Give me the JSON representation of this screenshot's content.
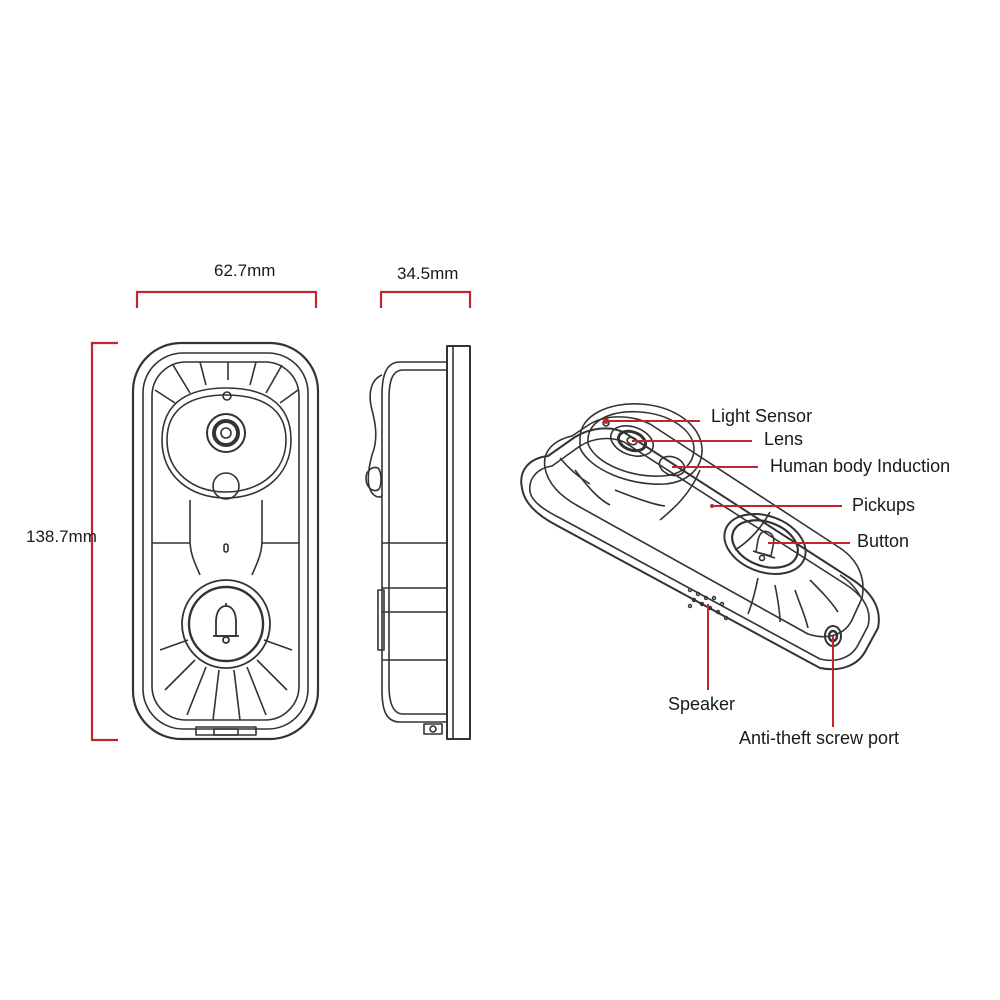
{
  "dimensions": {
    "width": "62.7mm",
    "depth": "34.5mm",
    "height": "138.7mm"
  },
  "callouts": {
    "light_sensor": "Light Sensor",
    "lens": "Lens",
    "human_body_induction": "Human body Induction",
    "pickups": "Pickups",
    "button": "Button",
    "speaker": "Speaker",
    "anti_theft_screw_port": "Anti-theft screw port"
  },
  "colors": {
    "dimension_line": "#c0272d",
    "outline": "#333333"
  },
  "icons": {
    "doorbell_button": "bell-icon"
  }
}
